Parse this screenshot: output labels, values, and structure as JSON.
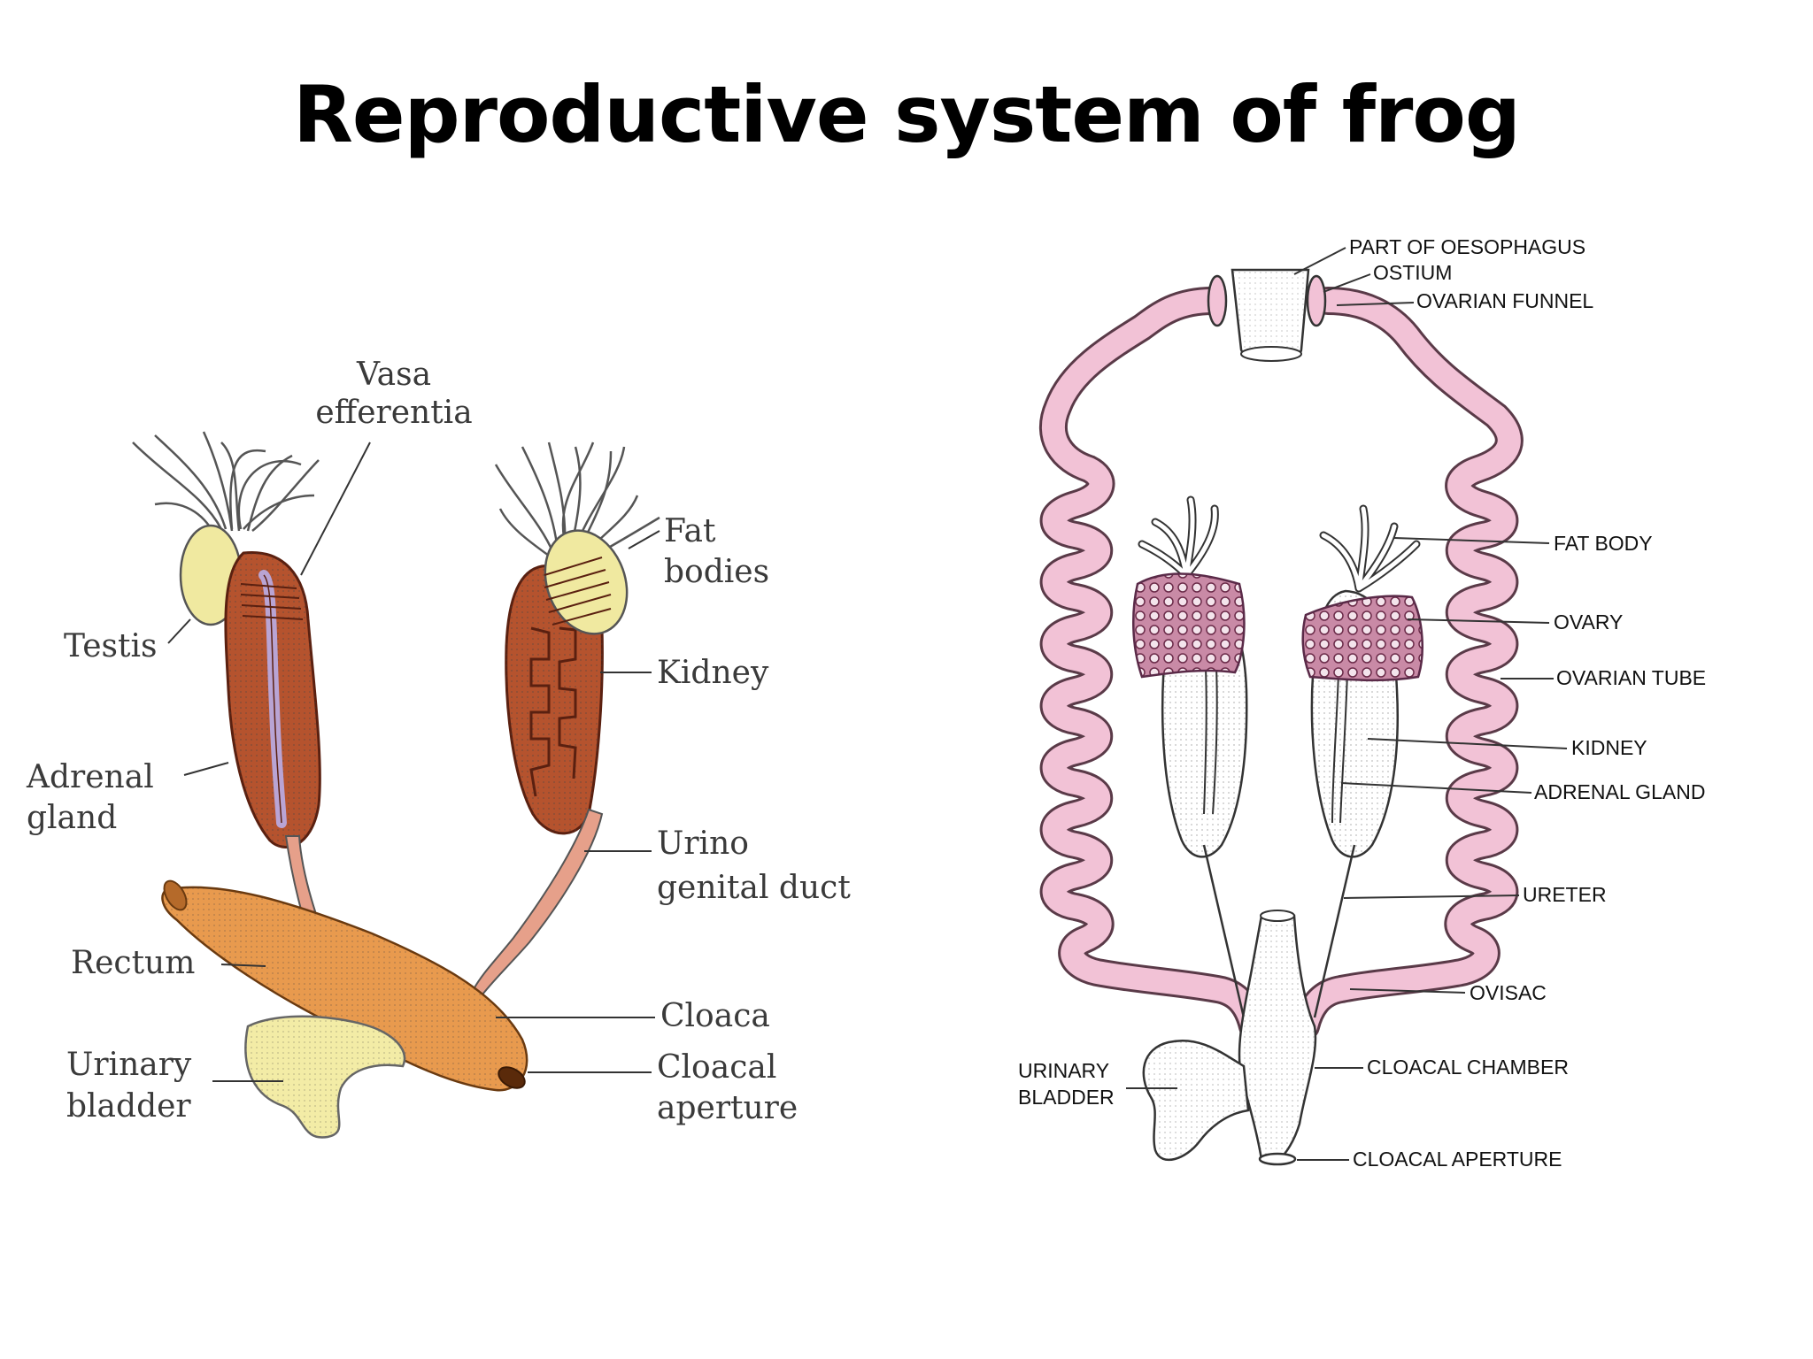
{
  "title": "Reproductive system of frog",
  "colors": {
    "male_organ": "#b5532e",
    "male_organ_dark": "#7a2e18",
    "rectum": "#e89a4e",
    "bladder_yellow": "#f3eca6",
    "testis_yellow": "#f0e9a0",
    "duct_pink": "#e6a08a",
    "female_pink": "#f2c2d6",
    "ovary_mauve": "#c98aa6"
  },
  "male_diagram": {
    "labels": {
      "vasa_efferentia": [
        "Vasa",
        "efferentia"
      ],
      "testis": "Testis",
      "fat_bodies": [
        "Fat",
        "bodies"
      ],
      "kidney": "Kidney",
      "adrenal_gland": [
        "Adrenal",
        "gland"
      ],
      "urino_genital_duct": [
        "Urino",
        "genital  duct"
      ],
      "rectum": "Rectum",
      "cloaca": "Cloaca",
      "urinary_bladder": [
        "Urinary",
        "bladder"
      ],
      "cloacal_aperture": [
        "Cloacal",
        "aperture"
      ]
    }
  },
  "female_diagram": {
    "labels": {
      "part_of_oesophagus": "PART OF OESOPHAGUS",
      "ostium": "OSTIUM",
      "ovarian_funnel": "OVARIAN FUNNEL",
      "fat_body": "FAT BODY",
      "ovary": "OVARY",
      "ovarian_tube": "OVARIAN TUBE",
      "kidney": "KIDNEY",
      "adrenal_gland": "ADRENAL GLAND",
      "ureter": "URETER",
      "ovisac": "OVISAC",
      "cloacal_chamber": "CLOACAL CHAMBER",
      "urinary_bladder": [
        "URINARY",
        "BLADDER"
      ],
      "cloacal_aperture": "CLOACAL APERTURE"
    }
  }
}
